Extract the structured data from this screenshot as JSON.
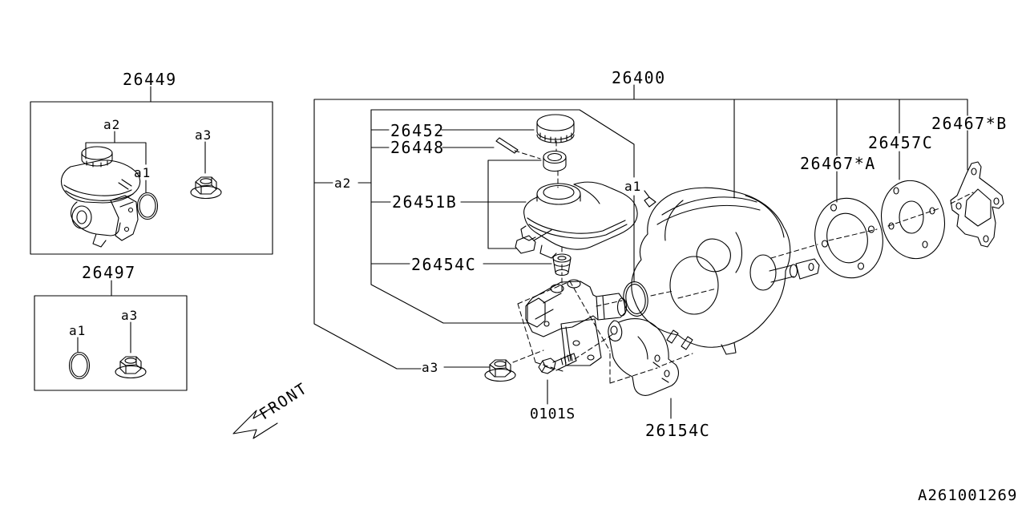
{
  "page": {
    "background": "#ffffff",
    "line_color": "#000000"
  },
  "diagram_code": "A261001269",
  "front_indicator": "FRONT",
  "groups": [
    {
      "part_number": "26449",
      "callouts": [
        "a2",
        "a1",
        "a3"
      ]
    },
    {
      "part_number": "26497",
      "callouts": [
        "a1",
        "a3"
      ]
    },
    {
      "part_number": "26400",
      "parts": [
        "26452",
        "26448",
        "26451B",
        "26454C",
        "26467*A",
        "26457C",
        "26467*B",
        "0101S",
        "26154C"
      ],
      "callouts": [
        "a2",
        "a1",
        "a3"
      ]
    }
  ],
  "labels": {
    "box1_title": "26449",
    "box1_a2": "a2",
    "box1_a1": "a1",
    "box1_a3": "a3",
    "box2_title": "26497",
    "box2_a1": "a1",
    "box2_a3": "a3",
    "main_group": "26400",
    "part_cap": "26452",
    "part_float": "26448",
    "part_reservoir": "26451B",
    "part_grommet": "26454C",
    "main_a2": "a2",
    "main_a1": "a1",
    "main_a3": "a3",
    "part_spacer": "26467*A",
    "part_plate": "26457C",
    "part_gasket": "26467*B",
    "part_bolt": "0101S",
    "part_bracket": "26154C",
    "front": "FRONT",
    "diagram_code": "A261001269"
  }
}
